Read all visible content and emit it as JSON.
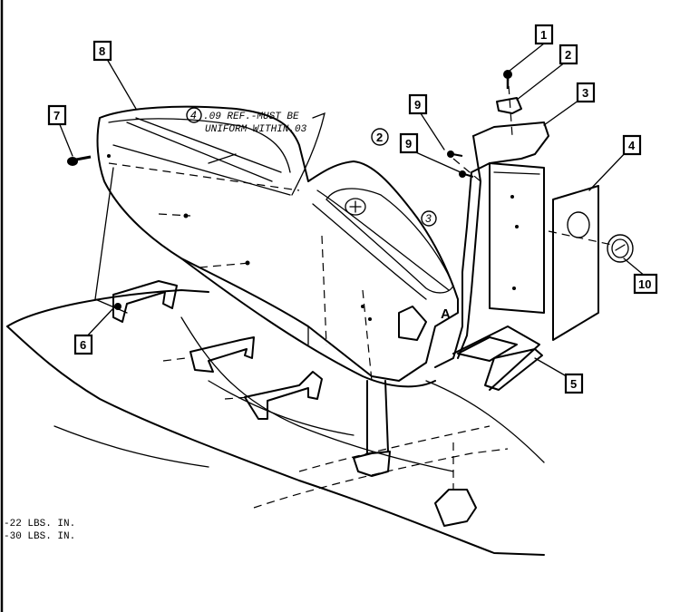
{
  "callouts": [
    {
      "id": "1",
      "label": "1"
    },
    {
      "id": "2",
      "label": "2"
    },
    {
      "id": "3",
      "label": "3"
    },
    {
      "id": "4",
      "label": "4"
    },
    {
      "id": "5",
      "label": "5"
    },
    {
      "id": "6",
      "label": "6"
    },
    {
      "id": "7",
      "label": "7"
    },
    {
      "id": "8",
      "label": "8"
    },
    {
      "id": "9a",
      "label": "9"
    },
    {
      "id": "9b",
      "label": "9"
    },
    {
      "id": "10",
      "label": "10"
    }
  ],
  "notes": {
    "ref_number": "4",
    "ref_line1": ".09 REF.-MUST BE",
    "ref_line2": "UNIFORM WITHIN.03",
    "circled_2": "2",
    "circled_3": "3",
    "view_marker": "A"
  },
  "torque": {
    "line1": "-22 LBS. IN.",
    "line2": "-30 LBS. IN."
  }
}
